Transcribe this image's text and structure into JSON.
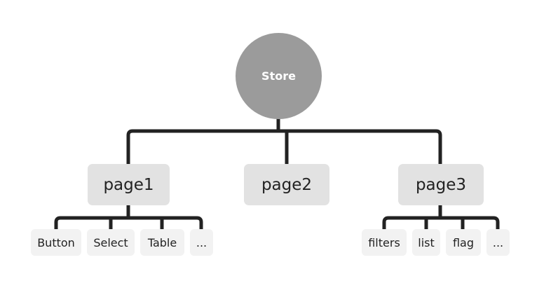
{
  "diagram": {
    "root": {
      "label": "Store"
    },
    "pages": [
      {
        "label": "page1",
        "children": [
          "Button",
          "Select",
          "Table",
          "..."
        ]
      },
      {
        "label": "page2",
        "children": []
      },
      {
        "label": "page3",
        "children": [
          "filters",
          "list",
          "flag",
          "..."
        ]
      }
    ]
  },
  "colors": {
    "root_fill": "#9b9b9b",
    "page_fill": "#e2e2e2",
    "leaf_fill": "#f2f2f2",
    "connector": "#222222"
  }
}
